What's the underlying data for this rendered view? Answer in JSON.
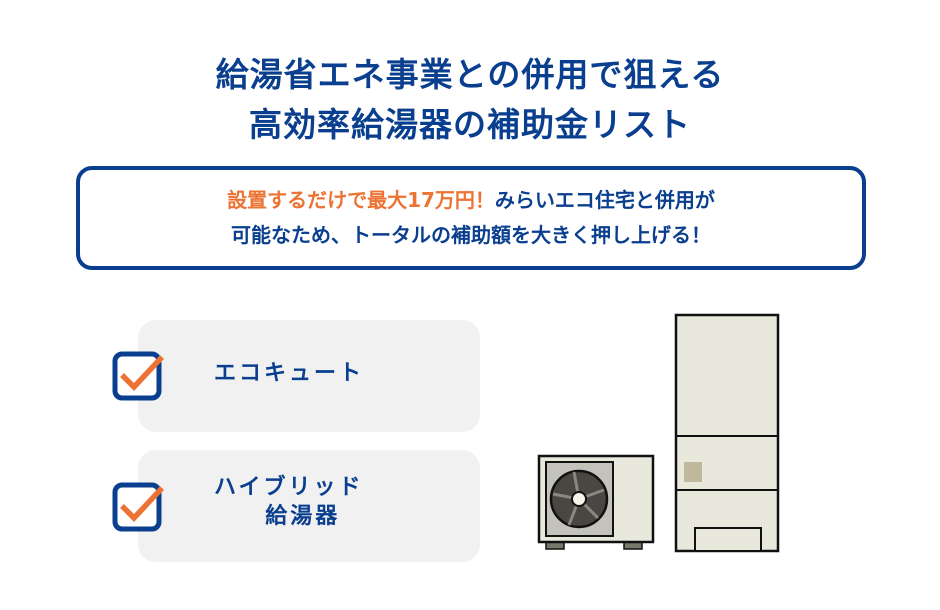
{
  "header": {
    "title_line1": "給湯省エネ事業との併用で狙える",
    "title_line2": "高効率給湯器の補助金リスト"
  },
  "callout": {
    "highlight": "設置するだけで最大17万円！",
    "line1_rest": "みらいエコ住宅と併用が",
    "line2": "可能なため、トータルの補助額を大きく押し上げる！"
  },
  "items": [
    {
      "label_line1": "エコキュート",
      "label_line2": "",
      "checked": true
    },
    {
      "label_line1": "ハイブリッド",
      "label_line2": "給湯器",
      "checked": true
    }
  ],
  "colors": {
    "primary": "#0a3f8f",
    "accent": "#ec7334",
    "card_bg": "#f1f1f1",
    "appliance_body": "#e8e8dd"
  },
  "illustration": {
    "description": "heat-pump-water-heater-icon"
  }
}
